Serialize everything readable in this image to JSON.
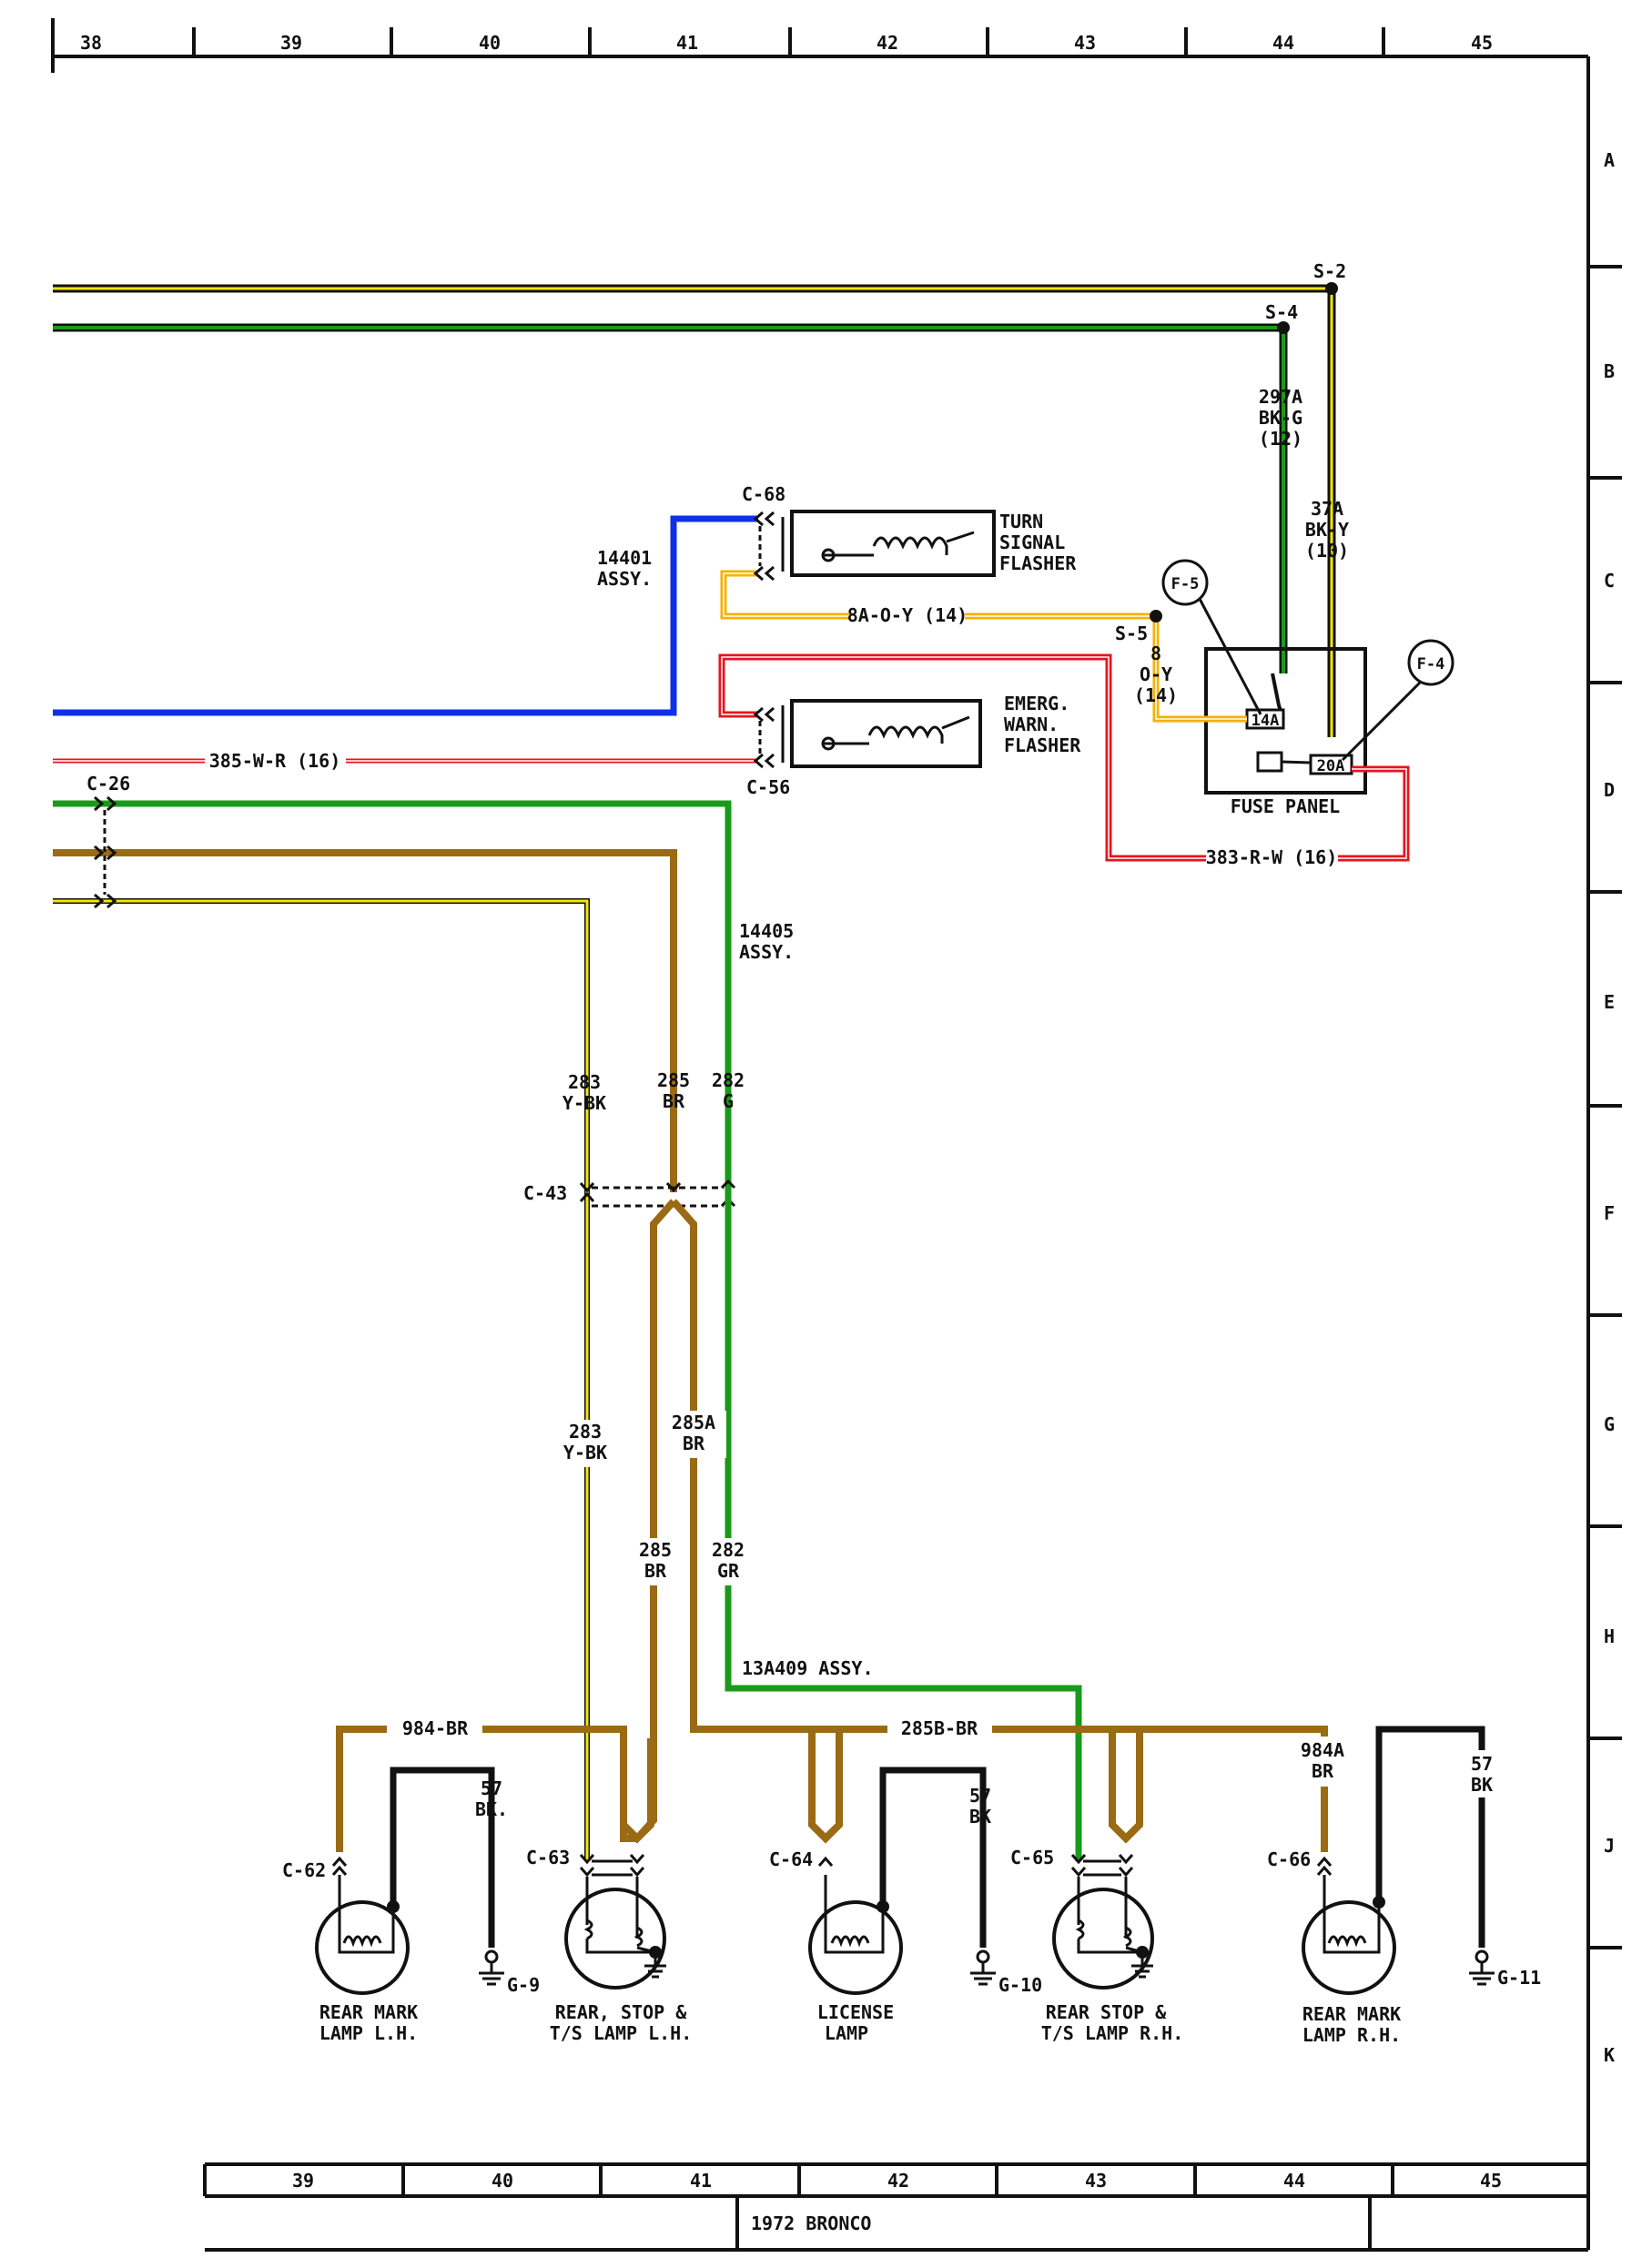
{
  "colors": {
    "black": "#111111",
    "yellow": "#f4e800",
    "green": "#1a9a1a",
    "blue": "#1030e8",
    "red": "#e8141e",
    "orange": "#f5b200",
    "brown": "#9a6a14",
    "white": "#ffffff"
  },
  "grid": {
    "top_columns": [
      "38",
      "39",
      "40",
      "41",
      "42",
      "43",
      "44",
      "45"
    ],
    "bottom_columns": [
      "39",
      "40",
      "41",
      "42",
      "43",
      "44",
      "45"
    ],
    "rows": [
      "A",
      "B",
      "C",
      "D",
      "E",
      "F",
      "G",
      "H",
      "J",
      "K"
    ]
  },
  "title_block": {
    "title": "1972 BRONCO"
  },
  "splices": {
    "s2": "S-2",
    "s4": "S-4",
    "s5": "S-5"
  },
  "connectors": {
    "c68": "C-68",
    "c56": "C-56",
    "c26": "C-26",
    "c43": "C-43",
    "c62": "C-62",
    "c63": "C-63",
    "c64": "C-64",
    "c65": "C-65",
    "c66": "C-66"
  },
  "fuses": {
    "f5": "F-5",
    "f4": "F-4",
    "fuse_14a": "14A",
    "fuse_20a": "20A",
    "panel_label": "FUSE PANEL"
  },
  "components": {
    "turn_signal_flasher": [
      "TURN",
      "SIGNAL",
      "FLASHER"
    ],
    "emerg_warn_flasher": [
      "EMERG.",
      "WARN.",
      "FLASHER"
    ],
    "rear_mark_lh": [
      "REAR MARK",
      "LAMP L.H."
    ],
    "rear_stop_ts_lh": [
      "REAR, STOP &",
      "T/S LAMP L.H."
    ],
    "license_lamp": [
      "LICENSE",
      "LAMP"
    ],
    "rear_stop_ts_rh": [
      "REAR STOP &",
      "T/S LAMP R.H."
    ],
    "rear_mark_rh": [
      "REAR MARK",
      "LAMP R.H."
    ]
  },
  "assemblies": {
    "a14401": [
      "14401",
      "ASSY."
    ],
    "a14405": [
      "14405",
      "ASSY."
    ],
    "a13a409": "13A409 ASSY."
  },
  "wires": {
    "w297a": [
      "297A",
      "BK-G",
      "(12)"
    ],
    "w37a": [
      "37A",
      "BK-Y",
      "(10)"
    ],
    "w8a": "8A-O-Y (14)",
    "w8": [
      "8",
      "O-Y",
      "(14)"
    ],
    "w385": "385-W-R (16)",
    "w383": "383-R-W (16)",
    "w283_top": [
      "283",
      "Y-BK"
    ],
    "w285_top": [
      "285",
      "BR"
    ],
    "w282_top": [
      "282",
      "G"
    ],
    "w283_mid": [
      "283",
      "Y-BK"
    ],
    "w285a": [
      "285A",
      "BR"
    ],
    "w285_mid": [
      "285",
      "BR"
    ],
    "w282_mid": [
      "282",
      "GR"
    ],
    "w984": "984-BR",
    "w285b": "285B-BR",
    "w984a": [
      "984A",
      "BR"
    ],
    "w57_a": [
      "57",
      "BK."
    ],
    "w57_b": [
      "57",
      "BK"
    ],
    "w57_c": [
      "57",
      "BK"
    ]
  },
  "grounds": {
    "g9": "G-9",
    "g10": "G-10",
    "g11": "G-11"
  }
}
